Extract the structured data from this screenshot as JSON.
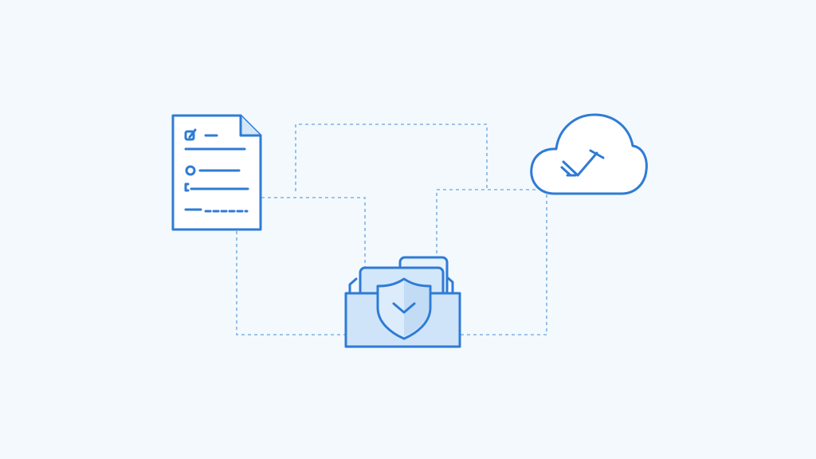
{
  "colors": {
    "background": "#f3f9fd",
    "stroke": "#2f7bd6",
    "fill_light": "#d3e7fa",
    "fill_lighter": "#e7f2fc",
    "connector": "#7fb3e6"
  },
  "nodes": [
    {
      "id": "document",
      "icon": "document-checklist-icon"
    },
    {
      "id": "cloud",
      "icon": "cloud-check-icon"
    },
    {
      "id": "secure-folder",
      "icon": "folder-shield-icon"
    }
  ],
  "edges": [
    {
      "from": "document",
      "to": "secure-folder"
    },
    {
      "from": "document",
      "to": "secure-folder",
      "via": "top-loop"
    },
    {
      "from": "cloud",
      "to": "secure-folder"
    },
    {
      "from": "cloud",
      "to": "secure-folder",
      "via": "right-loop"
    }
  ]
}
